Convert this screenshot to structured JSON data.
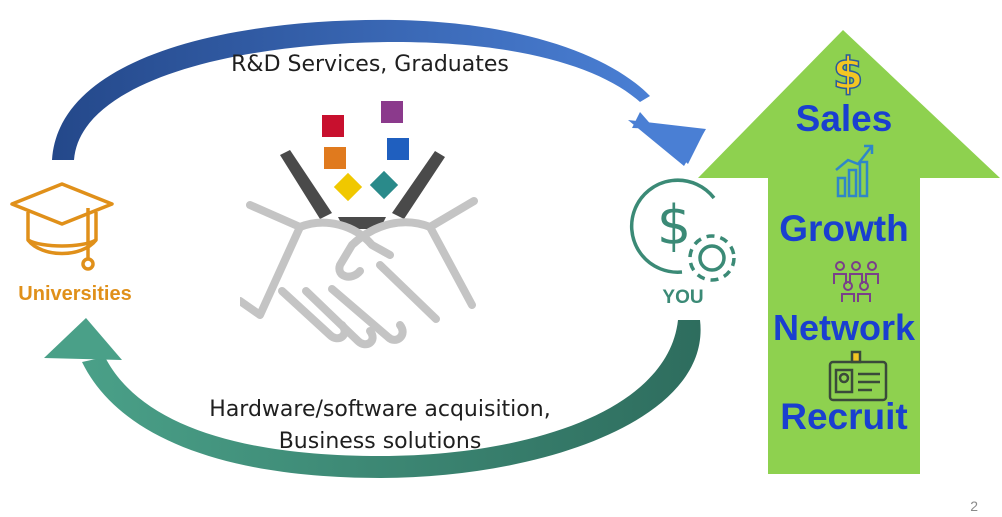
{
  "flows": {
    "top_label": "R&D Services, Graduates",
    "bottom_label_line1": "Hardware/software acquisition,",
    "bottom_label_line2": "Business solutions"
  },
  "nodes": {
    "universities": "Universities",
    "you": "YOU"
  },
  "benefits": [
    "Sales",
    "Growth",
    "Network",
    "Recruit"
  ],
  "icons": {
    "universities": "graduation-cap-icon",
    "you": "dollar-gear-icon",
    "center": "handshake-icon",
    "sales": "dollar-sign-icon",
    "growth": "bar-chart-up-icon",
    "network": "people-group-icon",
    "recruit": "id-badge-icon"
  },
  "colors": {
    "top_arrow": "#2f5aa8",
    "bottom_arrow": "#3f8c78",
    "green_arrow": "#8ed14f",
    "benefit_text": "#1a3fd0",
    "universities": "#e0901a",
    "you": "#3b8a76"
  },
  "page_number": "2"
}
